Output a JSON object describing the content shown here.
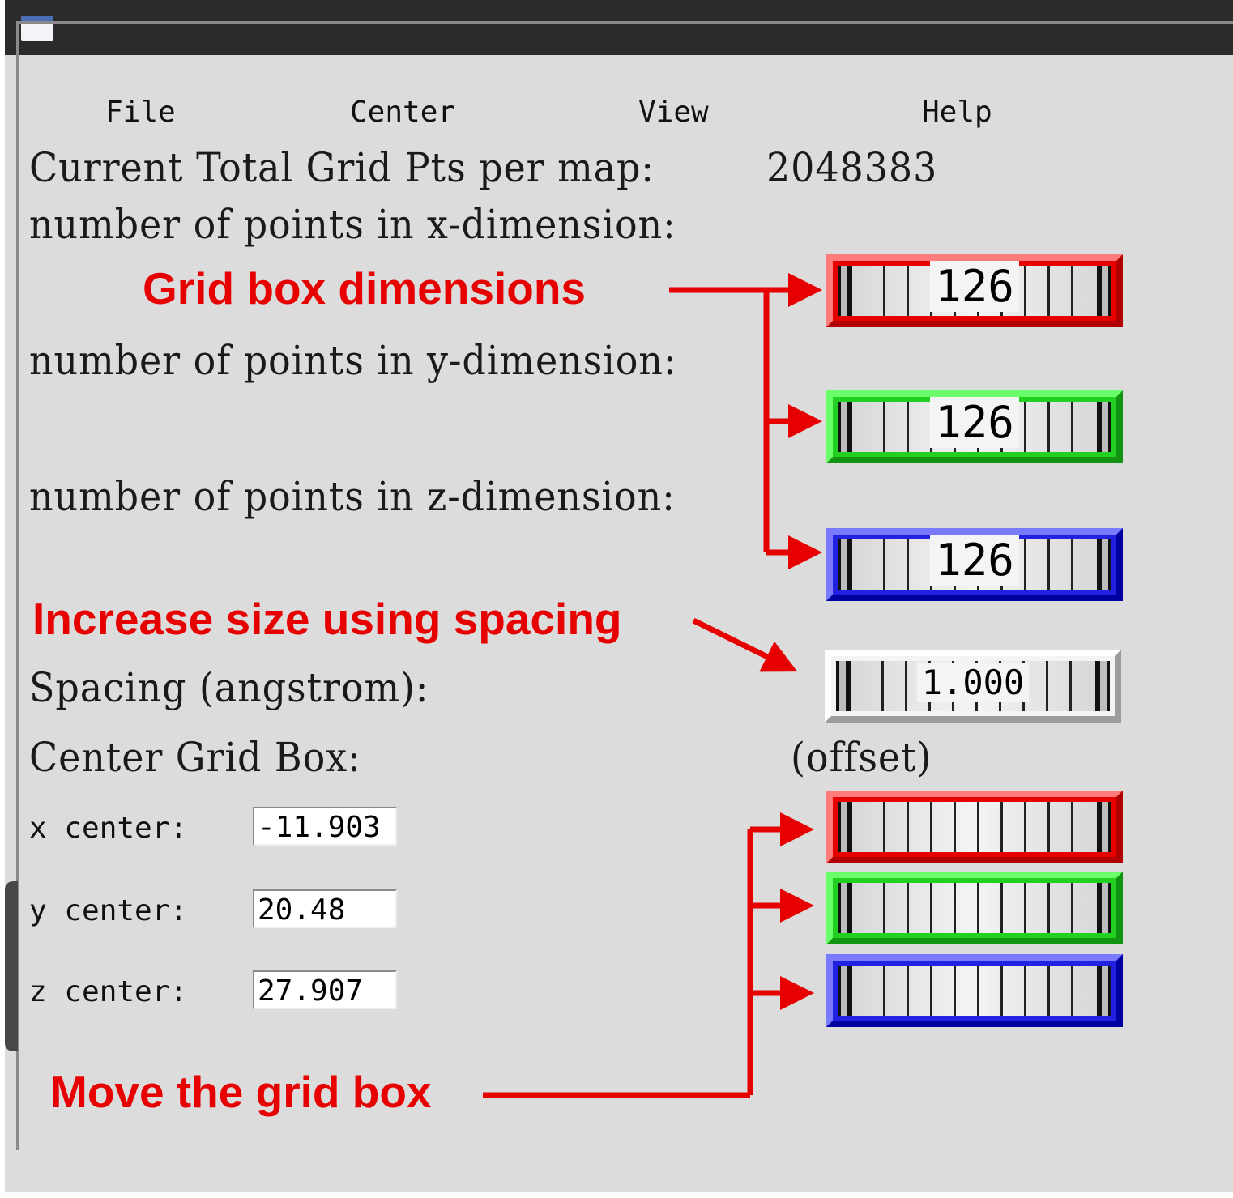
{
  "menu": {
    "file": "File",
    "center": "Center",
    "view": "View",
    "help": "Help"
  },
  "grid": {
    "total_label": "Current Total Grid Pts per map:",
    "total_value": "2048383",
    "x_label": "number of points in x-dimension:",
    "y_label": "number of points in y-dimension:",
    "z_label": "number of points in z-dimension:",
    "x_value": "126",
    "y_value": "126",
    "z_value": "126"
  },
  "spacing": {
    "label": "Spacing (angstrom):",
    "value": "1.000"
  },
  "center": {
    "label": "Center Grid Box:",
    "offset_label": "(offset)",
    "x_label": "x center:",
    "x_value": "-11.903",
    "y_label": "y center:",
    "y_value": "20.48",
    "z_label": "z center:",
    "z_value": "27.907"
  },
  "annotations": {
    "grid_box_dimensions": "Grid box dimensions",
    "increase_size": "Increase size using spacing",
    "move_grid_box": "Move the grid box"
  },
  "colors": {
    "annotation": "#e60000",
    "x_dial": "#e60000",
    "y_dial": "#22d022",
    "z_dial": "#2222e0"
  }
}
